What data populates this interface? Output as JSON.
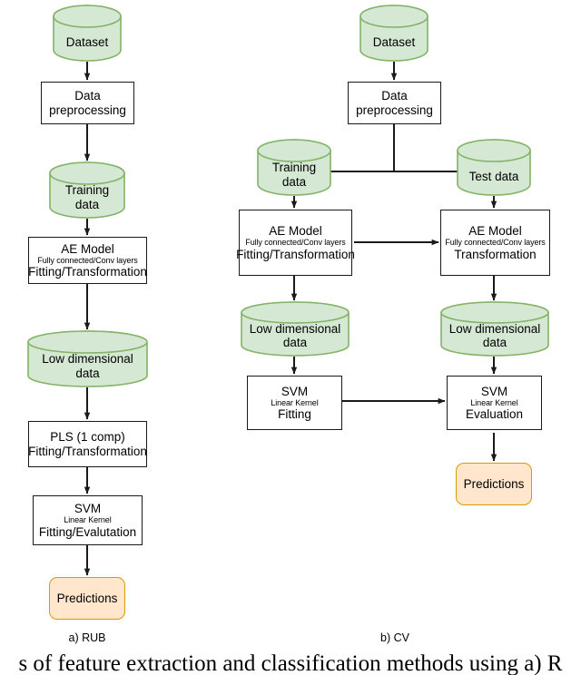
{
  "figure": {
    "caption_partial": "s of feature extraction and classification methods using a) R",
    "panels": [
      {
        "key": "rub",
        "label": "a) RUB"
      },
      {
        "key": "cv",
        "label": "b) CV"
      }
    ]
  },
  "colors": {
    "database_fill": "#d5e8d4",
    "database_stroke": "#82b366",
    "process_fill": "#ffffff",
    "process_stroke": "#1a1a1a",
    "terminator_fill": "#ffe6cc",
    "terminator_stroke": "#d79b00",
    "arrow": "#1a1a1a",
    "text": "#000000",
    "background": "#ffffff"
  },
  "panel_a": {
    "title": "a) RUB",
    "dataset": {
      "label": "Dataset"
    },
    "preprocessing": {
      "label_line1": "Data",
      "label_line2": "preprocessing"
    },
    "training_data": {
      "label_line1": "Training",
      "label_line2": "data"
    },
    "ae_model": {
      "title": "AE Model",
      "subtitle": "Fully connected/Conv layers",
      "action": "Fitting/Transformation"
    },
    "low_dim_data": {
      "label_line1": "Low dimensional",
      "label_line2": "data"
    },
    "pls": {
      "title": "PLS (1 comp)",
      "action": "Fitting/Transformation"
    },
    "svm": {
      "title": "SVM",
      "subtitle": "Linear Kernel",
      "action": "Fitting/Evalutation"
    },
    "predictions": {
      "label": "Predictions"
    }
  },
  "panel_b": {
    "title": "b) CV",
    "dataset": {
      "label": "Dataset"
    },
    "preprocessing": {
      "label_line1": "Data",
      "label_line2": "preprocessing"
    },
    "training_data": {
      "label_line1": "Training",
      "label_line2": "data"
    },
    "test_data": {
      "label": "Test data"
    },
    "ae_model_train": {
      "title": "AE Model",
      "subtitle": "Fully connected/Conv layers",
      "action": "Fitting/Transformation"
    },
    "ae_model_test": {
      "title": "AE Model",
      "subtitle": "Fully connected/Conv layers",
      "action": "Transformation"
    },
    "low_dim_data_train": {
      "label_line1": "Low dimensional",
      "label_line2": "data"
    },
    "low_dim_data_test": {
      "label_line1": "Low dimensional",
      "label_line2": "data"
    },
    "svm_train": {
      "title": "SVM",
      "subtitle": "Linear Kernel",
      "action": "Fitting"
    },
    "svm_test": {
      "title": "SVM",
      "subtitle": "Linear Kernel",
      "action": "Evaluation"
    },
    "predictions": {
      "label": "Predictions"
    }
  }
}
